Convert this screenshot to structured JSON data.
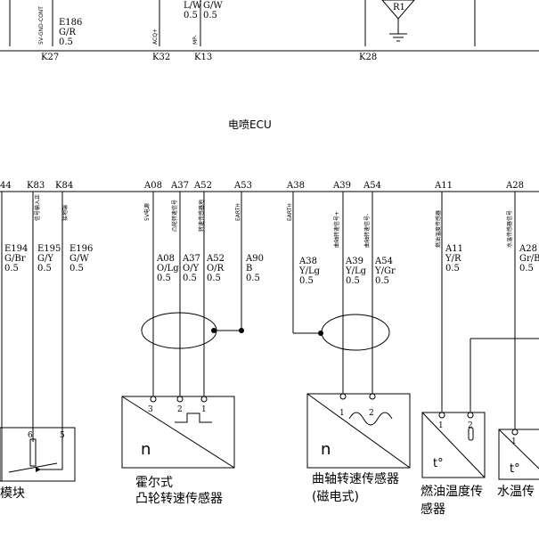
{
  "top": {
    "codes": [
      "K27",
      "K32",
      "K13",
      "K28"
    ],
    "wire_e186": "E186",
    "wire_e186_color": "G/R",
    "wire_e186_size": "0.5",
    "lw_color": "L/W",
    "lw_size": "0.5",
    "gw_color": "G/W",
    "gw_size": "0.5",
    "sig_k27": "5V-GND-CONT",
    "sig_k32": "ACQ+",
    "sig_k13": "MP-",
    "relay_label": "R1"
  },
  "ecu_label": "电喷ECU",
  "bus_pins": [
    "44",
    "K83",
    "K84",
    "A08",
    "A37",
    "A52",
    "A53",
    "A38",
    "A39",
    "A54",
    "A11",
    "A28"
  ],
  "signals": [
    "信号输入正",
    "接地端",
    "5V电源",
    "凸轮转速信号",
    "转速传感器地",
    "EARTH",
    "EARTH",
    "曲轴转速信号+",
    "曲轴转速信号-",
    "燃油温度传感器",
    "水温传感器信号"
  ],
  "wires": [
    {
      "id": "E194",
      "color": "G/Br",
      "size": "0.5"
    },
    {
      "id": "E195",
      "color": "G/Y",
      "size": "0.5"
    },
    {
      "id": "E196",
      "color": "G/W",
      "size": "0.5"
    },
    {
      "id": "A08",
      "color": "O/Lg",
      "size": "0.5"
    },
    {
      "id": "A37",
      "color": "O/Y",
      "size": "0.5"
    },
    {
      "id": "A52",
      "color": "O/R",
      "size": "0.5"
    },
    {
      "id": "A90",
      "color": "B",
      "size": "0.5"
    },
    {
      "id": "A38",
      "color": "Y/Lg",
      "size": "0.5"
    },
    {
      "id": "A39",
      "color": "Y/Lg",
      "size": "0.5"
    },
    {
      "id": "A54",
      "color": "Y/Gr",
      "size": "0.5"
    },
    {
      "id": "A11",
      "color": "Y/R",
      "size": "0.5"
    },
    {
      "id": "A28",
      "color": "Gr/B",
      "size": "0.5"
    }
  ],
  "components": {
    "module": {
      "pins": [
        "6",
        "5"
      ],
      "label": "模块"
    },
    "hall": {
      "pins": [
        "3",
        "2",
        "1"
      ],
      "symbol": "n",
      "label_line1": "霍尔式",
      "label_line2": "凸轮转速传感器"
    },
    "crank": {
      "pins": [
        "1",
        "2"
      ],
      "symbol": "n",
      "label_line1": "曲轴转速传感器",
      "label_line2": "(磁电式)"
    },
    "fuel": {
      "pins": [
        "1",
        "2"
      ],
      "symbol": "t°",
      "label_line1": "燃油温度传",
      "label_line2": "感器"
    },
    "water": {
      "pins": [
        "1"
      ],
      "symbol": "t°",
      "label_line1": "水温传"
    }
  }
}
